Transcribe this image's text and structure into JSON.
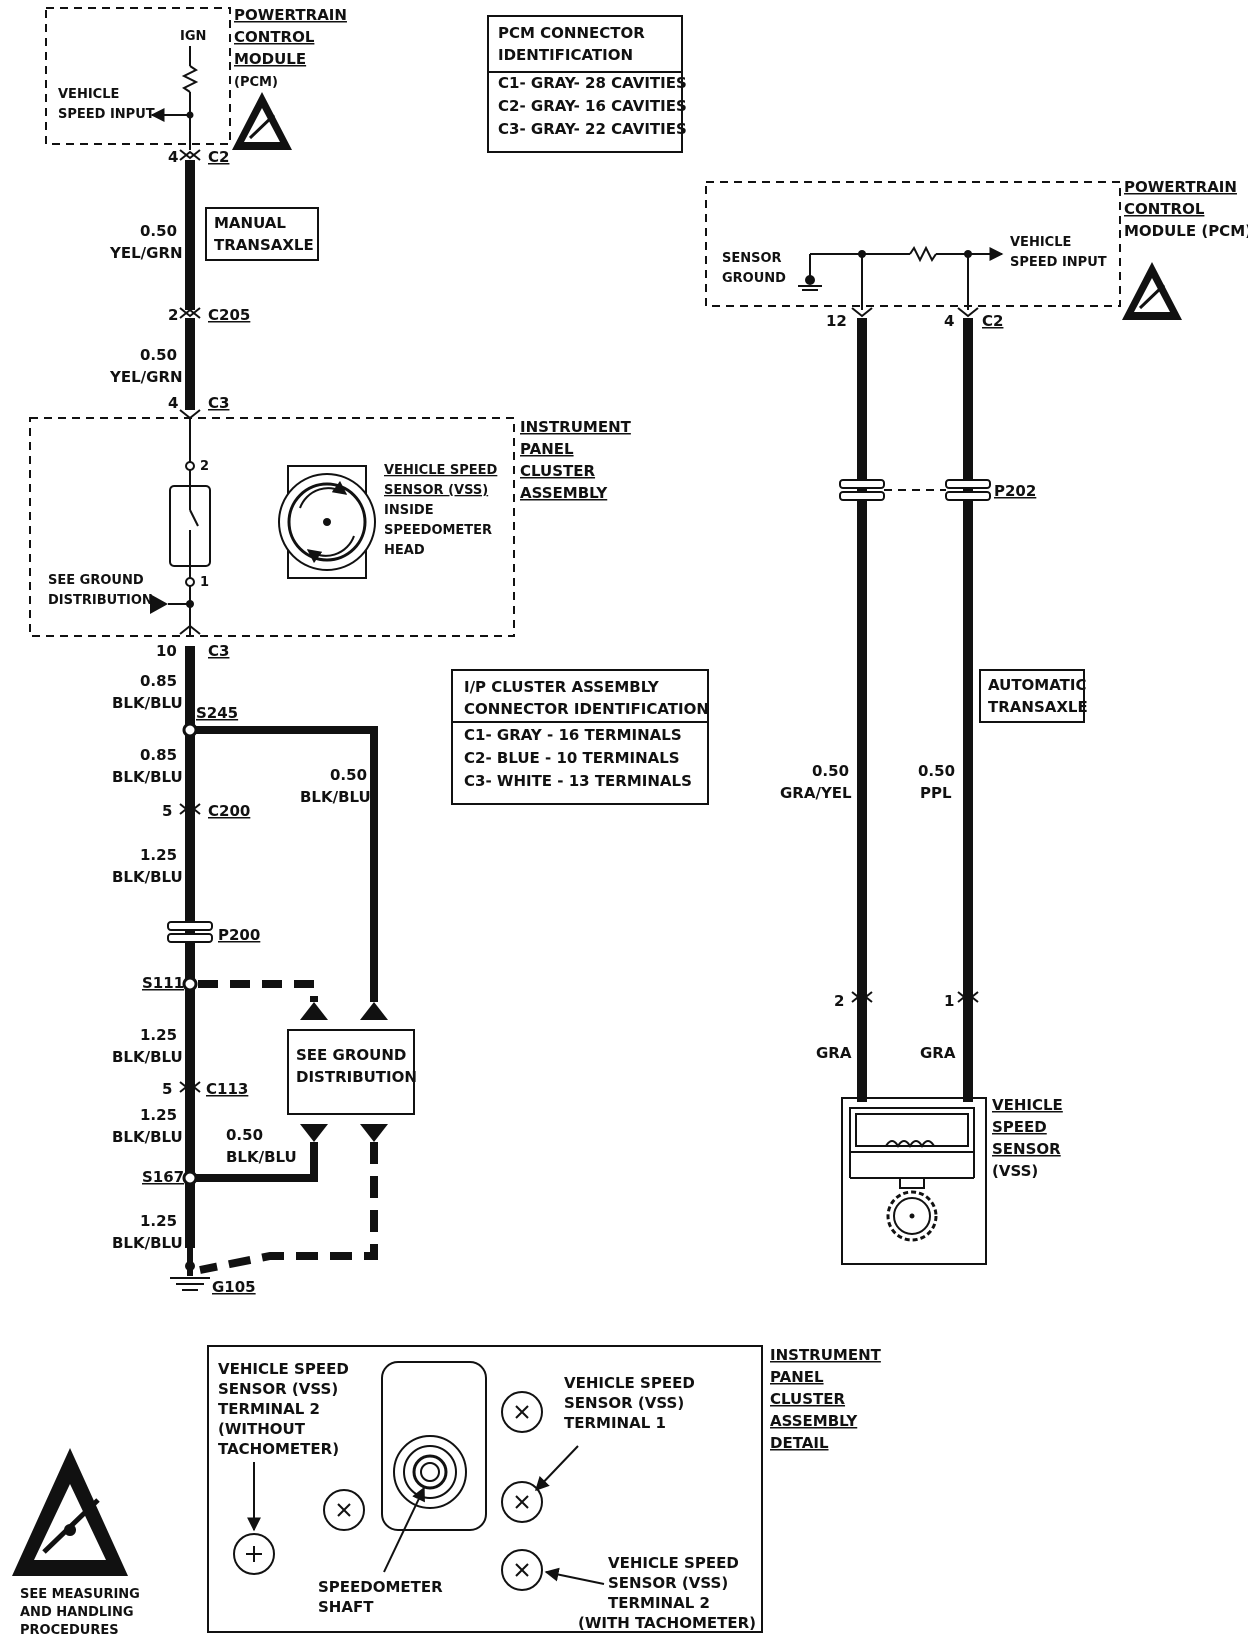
{
  "left": {
    "pcm": {
      "ign": "IGN",
      "vsi_line1": "VEHICLE",
      "vsi_line2": "SPEED INPUT",
      "title1": "POWERTRAIN",
      "title2": "CONTROL",
      "title3": "MODULE",
      "title4": "(PCM)"
    },
    "c2_pin": "4",
    "c2": "C2",
    "manual1": "MANUAL",
    "manual2": "TRANSAXLE",
    "c205_pin": "2",
    "c205": "C205",
    "c3_top_pin": "4",
    "c3_top": "C3",
    "ipc": {
      "title1": "INSTRUMENT",
      "title2": "PANEL",
      "title3": "CLUSTER",
      "title4": "ASSEMBLY",
      "t2": "2",
      "t1": "1",
      "ground1": "SEE GROUND",
      "ground2": "DISTRIBUTION",
      "vss1": "VEHICLE SPEED",
      "vss2": "SENSOR (VSS)",
      "vss3": "INSIDE",
      "vss4": "SPEEDOMETER",
      "vss5": "HEAD"
    },
    "c3_bot_pin": "10",
    "c3_bot": "C3",
    "s245": "S245",
    "c200_pin": "5",
    "c200": "C200",
    "p200": "P200",
    "s111": "S111",
    "gd1": "SEE GROUND",
    "gd2": "DISTRIBUTION",
    "c113_pin": "5",
    "c113": "C113",
    "s167": "S167",
    "g105": "G105",
    "wires": {
      "w1_size": "0.50",
      "w1_color": "YEL/GRN",
      "w2_size": "0.50",
      "w2_color": "YEL/GRN",
      "w3_size": "0.85",
      "w3_color": "BLK/BLU",
      "w4_size": "0.85",
      "w4_color": "BLK/BLU",
      "wb_size": "0.50",
      "wb_color": "BLK/BLU",
      "w5_size": "1.25",
      "w5_color": "BLK/BLU",
      "w6_size": "1.25",
      "w6_color": "BLK/BLU",
      "w7_size": "1.25",
      "w7_color": "BLK/BLU",
      "ws_size": "0.50",
      "ws_color": "BLK/BLU",
      "w8_size": "1.25",
      "w8_color": "BLK/BLU"
    }
  },
  "pcm_table": {
    "title1": "PCM CONNECTOR",
    "title2": "IDENTIFICATION",
    "rows": [
      "C1- GRAY- 28 CAVITIES",
      "C2- GRAY- 16 CAVITIES",
      "C3- GRAY- 22 CAVITIES"
    ]
  },
  "ip_table": {
    "title1": "I/P CLUSTER ASSEMBLY",
    "title2": "CONNECTOR IDENTIFICATION",
    "rows": [
      "C1- GRAY - 16 TERMINALS",
      "C2- BLUE - 10 TERMINALS",
      "C3- WHITE - 13 TERMINALS"
    ]
  },
  "right": {
    "pcm": {
      "title1": "POWERTRAIN",
      "title2": "CONTROL",
      "title3": "MODULE (PCM)",
      "sg1": "SENSOR",
      "sg2": "GROUND",
      "vsi1": "VEHICLE",
      "vsi2": "SPEED INPUT"
    },
    "pin12": "12",
    "pin4": "4",
    "c2": "C2",
    "p202": "P202",
    "auto1": "AUTOMATIC",
    "auto2": "TRANSAXLE",
    "w1_size": "0.50",
    "w1_color": "GRA/YEL",
    "w2_size": "0.50",
    "w2_color": "PPL",
    "pin2": "2",
    "pin1": "1",
    "gra1": "GRA",
    "gra2": "GRA",
    "vss1": "VEHICLE",
    "vss2": "SPEED",
    "vss3": "SENSOR",
    "vss4": "(VSS)"
  },
  "detail": {
    "title1": "INSTRUMENT",
    "title2": "PANEL",
    "title3": "CLUSTER",
    "title4": "ASSEMBLY",
    "title5": "DETAIL",
    "t2_no_tach": [
      "VEHICLE SPEED",
      "SENSOR (VSS)",
      "TERMINAL 2",
      "(WITHOUT",
      "TACHOMETER)"
    ],
    "shaft": [
      "SPEEDOMETER",
      "SHAFT"
    ],
    "t1": [
      "VEHICLE SPEED",
      "SENSOR (VSS)",
      "TERMINAL 1"
    ],
    "t2_tach": [
      "VEHICLE SPEED",
      "SENSOR (VSS)",
      "TERMINAL 2",
      "(WITH TACHOMETER)"
    ]
  },
  "esd": [
    "SEE MEASURING",
    "AND HANDLING",
    "PROCEDURES"
  ]
}
